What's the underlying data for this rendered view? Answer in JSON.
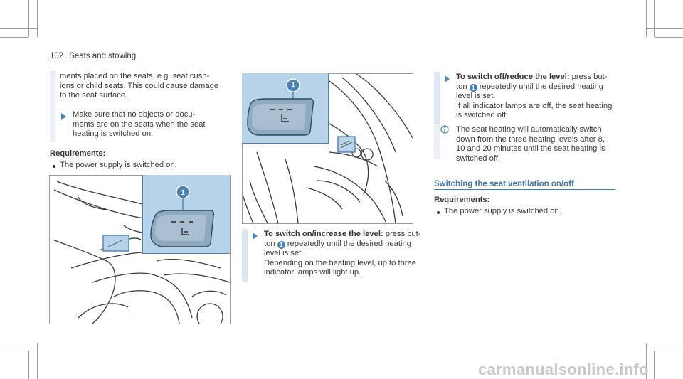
{
  "header": {
    "page_number": "102",
    "section": "Seats and stowing"
  },
  "col1": {
    "intro_text": "ments placed on the seats, e.g. seat cush-\nions or child seats. This could cause damage\nto the seat surface.",
    "instruction": "Make sure that no objects or docu-\nments are on the seats when the seat\nheating is switched on.",
    "req_title": "Requirements:",
    "req_item": "The power supply is switched on."
  },
  "col2": {
    "step_title": "To switch on/increase the level:",
    "step_text_a": " press but-\nton ",
    "step_text_b": " repeatedly until the desired heating\nlevel is set.\nDepending on the heating level, up to three\nindicator lamps will light up."
  },
  "col3": {
    "step_title": "To switch off/reduce the level:",
    "step_text_a": " press but-\nton ",
    "step_text_b": " repeatedly until the desired heating\nlevel is set.\nIf all indicator lamps are off, the seat heating\nis switched off.",
    "note_text": "The seat heating will automatically switch\ndown from the three heating levels after 8,\n10 and 20 minutes until the seat heating is\nswitched off.",
    "section_title": "Switching the seat ventilation on/off",
    "req_title": "Requirements:",
    "req_item": "The power supply is switched on."
  },
  "callout_number": "1",
  "watermark": "carmanualsonline.info",
  "colors": {
    "accent": "#4b82b8",
    "callout_panel": "#b7d3e9",
    "section_title": "#3e77ad"
  },
  "icons": [
    "triangle-arrow-icon",
    "info-icon",
    "seat-heating-icon",
    "callout-1-icon"
  ]
}
